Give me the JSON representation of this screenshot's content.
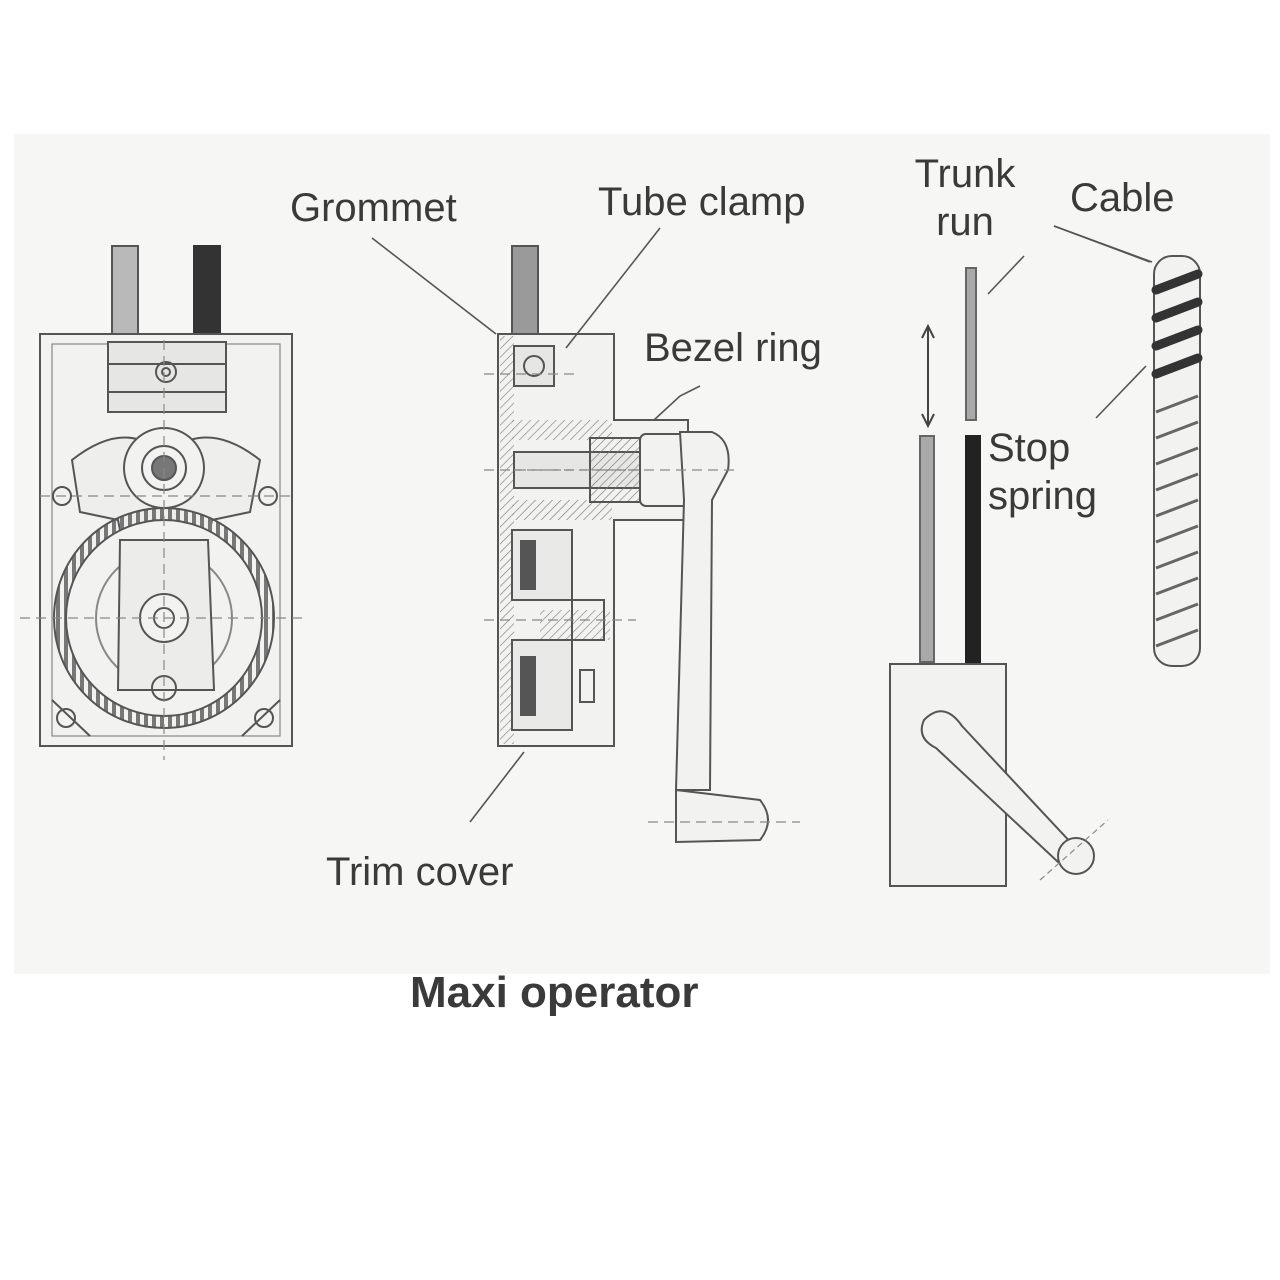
{
  "diagram": {
    "title": "Maxi operator",
    "labels": {
      "grommet": "Grommet",
      "tube_clamp": "Tube clamp",
      "bezel_ring": "Bezel ring",
      "trim_cover": "Trim cover",
      "trunk_run": [
        "Trunk",
        "run"
      ],
      "cable": "Cable",
      "stop_spring": [
        "Stop",
        "spring"
      ]
    }
  }
}
